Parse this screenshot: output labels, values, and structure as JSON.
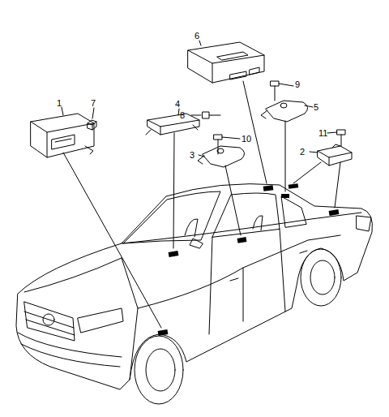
{
  "diagram": {
    "labels": [
      "6",
      "9",
      "1",
      "7",
      "4",
      "8",
      "5",
      "10",
      "3",
      "11",
      "2"
    ]
  }
}
